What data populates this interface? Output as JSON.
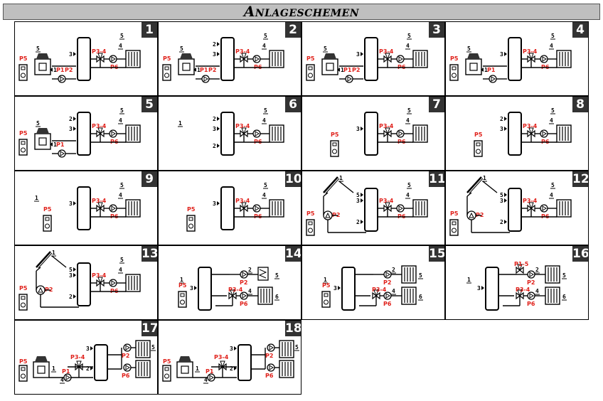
{
  "title": "Anlageschemen",
  "colors": {
    "label_red": "#e0201a",
    "line": "#000000",
    "badge_bg": "#333333",
    "header_bg": "#bfbfbf"
  },
  "schemes": [
    {
      "num": "1",
      "tags": [
        "P5",
        "P1",
        "P2",
        "P3-4",
        "P6"
      ]
    },
    {
      "num": "2",
      "tags": [
        "P5",
        "P1",
        "P2",
        "P3-4",
        "P6"
      ]
    },
    {
      "num": "3",
      "tags": [
        "P5",
        "P1",
        "P2",
        "P3-4",
        "P6"
      ]
    },
    {
      "num": "4",
      "tags": [
        "P5",
        "P1",
        "P3-4",
        "P6"
      ]
    },
    {
      "num": "5",
      "tags": [
        "P5",
        "P1",
        "P3-4",
        "P6"
      ]
    },
    {
      "num": "6",
      "tags": [
        "P3-4",
        "P6"
      ]
    },
    {
      "num": "7",
      "tags": [
        "P5",
        "P3-4",
        "P6"
      ]
    },
    {
      "num": "8",
      "tags": [
        "P5",
        "P3-4",
        "P6"
      ]
    },
    {
      "num": "9",
      "tags": [
        "P5",
        "P3-4",
        "P6"
      ]
    },
    {
      "num": "10",
      "tags": [
        "P5",
        "P3-4",
        "P6"
      ]
    },
    {
      "num": "11",
      "tags": [
        "P5",
        "P2",
        "P3-4",
        "P6"
      ]
    },
    {
      "num": "12",
      "tags": [
        "P5",
        "P2",
        "P3-4",
        "P6"
      ]
    },
    {
      "num": "13",
      "tags": [
        "P5",
        "P2",
        "P3-4",
        "P6"
      ]
    },
    {
      "num": "14",
      "tags": [
        "P5",
        "P2",
        "P3-4",
        "P6"
      ]
    },
    {
      "num": "15",
      "tags": [
        "P5",
        "P2",
        "P3-4",
        "P6"
      ]
    },
    {
      "num": "16",
      "tags": [
        "P1-5",
        "P2",
        "P3-4",
        "P6"
      ]
    },
    {
      "num": "17",
      "tags": [
        "P5",
        "P1",
        "P2",
        "P3-4",
        "P6"
      ]
    },
    {
      "num": "18",
      "tags": [
        "P5",
        "P1",
        "P2",
        "P3-4",
        "P6"
      ]
    }
  ]
}
